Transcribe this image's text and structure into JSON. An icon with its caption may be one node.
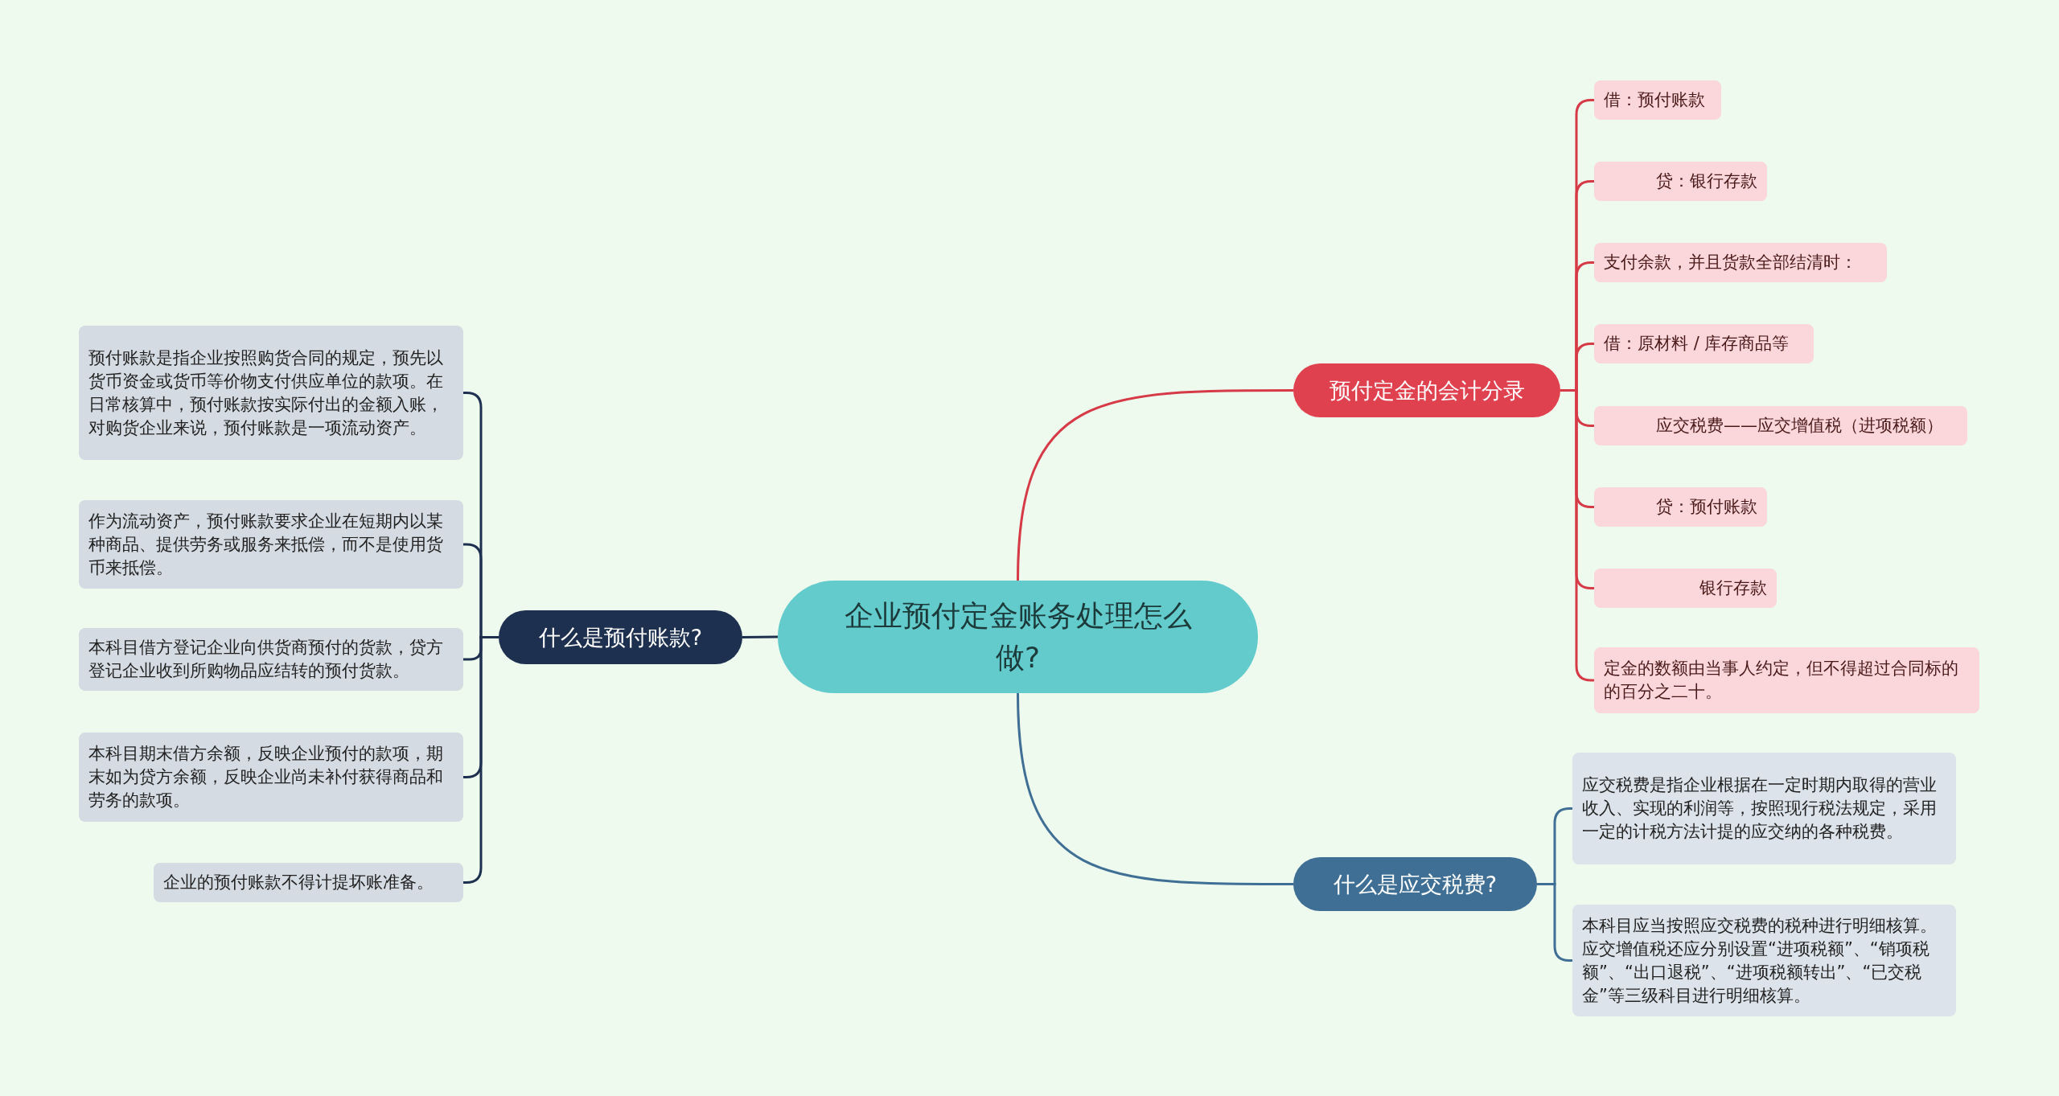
{
  "diagram": {
    "nodes": [
      {
        "text": [
          "企业预付定金账务处理怎么做?"
        ]
      },
      {
        "text": [
          "什么是预付账款?"
        ]
      },
      {
        "text": [
          "预付账款是指企业按照购货合同的规定，预先以货币资金或货币等价物支付供应单位的款项。在日常核算中，预付账款按实际付出的金额入账，对购货企业来说，预付账款是一项流动资产。"
        ]
      },
      {
        "text": [
          "作为流动资产，预付账款要求企业在短期内以某种商品、提供劳务或服务来抵偿，而不是使用货币来抵偿。"
        ]
      },
      {
        "text": [
          "本科目借方登记企业向供货商预付的货款，贷方登记企业收到所购物品应结转的预付货款。"
        ]
      },
      {
        "text": [
          "本科目期末借方余额，反映企业预付的款项，期末如为贷方余额，反映企业尚未补付获得商品和劳务的款项。"
        ]
      },
      {
        "text": [
          "企业的预付账款不得计提坏账准备。"
        ]
      },
      {
        "text": [
          "预付定金的会计分录"
        ]
      },
      {
        "text": [
          "借：预付账款"
        ]
      },
      {
        "text": [
          "贷：银行存款"
        ]
      },
      {
        "text": [
          "支付余款，并且货款全部结清时："
        ]
      },
      {
        "text": [
          "借：原材料 / 库存商品等"
        ]
      },
      {
        "text": [
          "应交税费——应交增值税（进项税额）"
        ]
      },
      {
        "text": [
          "贷：预付账款"
        ]
      },
      {
        "text": [
          "银行存款"
        ]
      },
      {
        "text": [
          "定金的数额由当事人约定，但不得超过合同标的的百分之二十。"
        ]
      },
      {
        "text": [
          "什么是应交税费?"
        ]
      },
      {
        "text": [
          "应交税费是指企业根据在一定时期内取得的营业收入、实现的利润等，按照现行税法规定，采用一定的计税方法计提的应交纳的各种税费。"
        ]
      },
      {
        "text": [
          "本科目应当按照应交税费的税种进行明细核算。应交增值税还应分别设置“进项税额”、“销项税额”、“出口退税”、“进项税额转出”、“已交税金”等三级科目进行明细核算。"
        ]
      }
    ],
    "edges": [
      {
        "from": 0,
        "to": 1,
        "arrow": "none",
        "color": "#1e3050"
      },
      {
        "from": 1,
        "to": 2,
        "arrow": "none",
        "color": "#1e3050"
      },
      {
        "from": 1,
        "to": 3,
        "arrow": "none",
        "color": "#1e3050"
      },
      {
        "from": 1,
        "to": 4,
        "arrow": "none",
        "color": "#1e3050"
      },
      {
        "from": 1,
        "to": 5,
        "arrow": "none",
        "color": "#1e3050"
      },
      {
        "from": 1,
        "to": 6,
        "arrow": "none",
        "color": "#1e3050"
      },
      {
        "from": 0,
        "to": 7,
        "arrow": "none"
      },
      {
        "from": 7,
        "to": 8,
        "arrow": "none"
      },
      {
        "from": 7,
        "to": 9,
        "arrow": "none"
      },
      {
        "from": 7,
        "to": 10,
        "arrow": "none"
      },
      {
        "from": 7,
        "to": 11,
        "arrow": "none"
      },
      {
        "from": 7,
        "to": 12,
        "arrow": "none"
      },
      {
        "from": 7,
        "to": 13,
        "arrow": "none"
      },
      {
        "from": 7,
        "to": 14,
        "arrow": "none"
      },
      {
        "from": 7,
        "to": 15,
        "arrow": "none"
      },
      {
        "from": 0,
        "to": 16,
        "arrow": "none",
        "color": "#3f6f94"
      },
      {
        "from": 16,
        "to": 17,
        "arrow": "none",
        "color": "#3f6f94"
      },
      {
        "from": 16,
        "to": 18,
        "arrow": "none",
        "color": "#3f6f94"
      }
    ]
  }
}
